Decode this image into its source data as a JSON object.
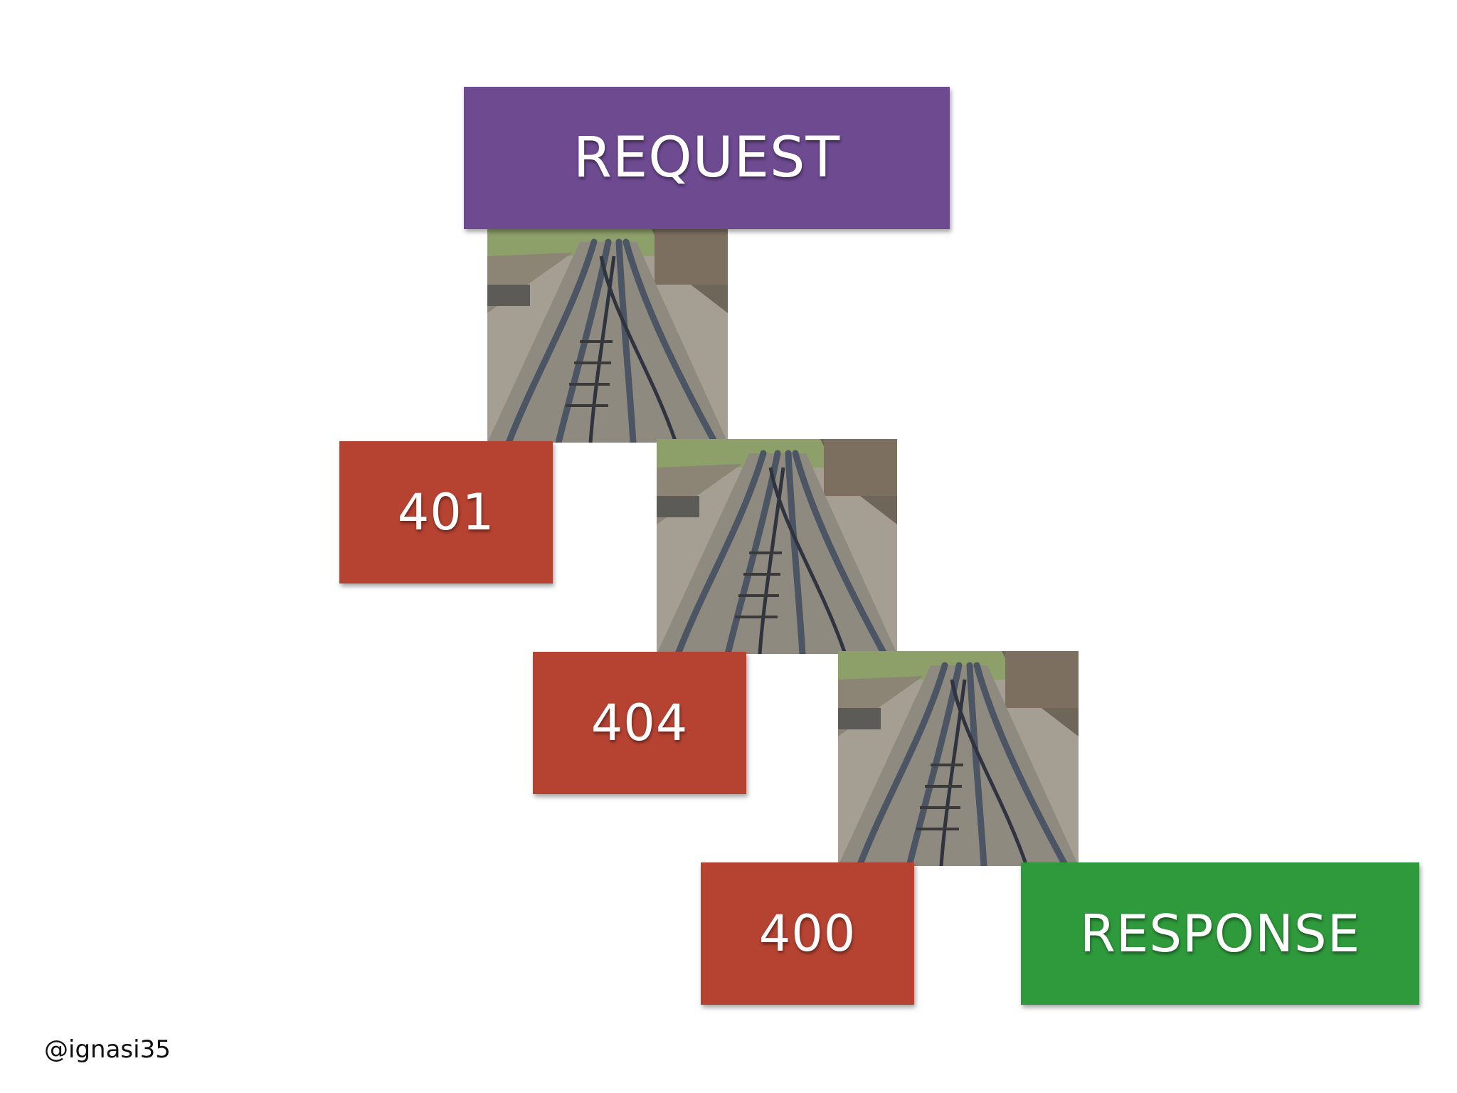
{
  "slide": {
    "request_label": "REQUEST",
    "error_codes": [
      "401",
      "404",
      "400"
    ],
    "response_label": "RESPONSE",
    "handle": "@ignasi35"
  },
  "colors": {
    "request": "#6e4a91",
    "error": "#b64332",
    "response": "#2f9a3c"
  },
  "icons": [
    "railway-switch-photo"
  ]
}
